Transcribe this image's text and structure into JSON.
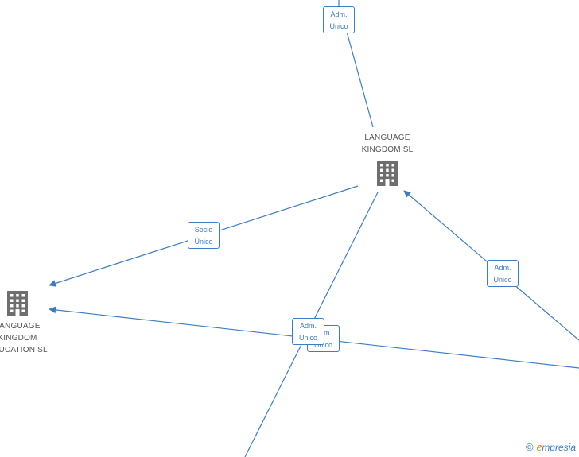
{
  "nodes": {
    "language_kingdom_sl": {
      "label": "LANGUAGE\nKINGDOM  SL"
    },
    "language_kingdom_education_sl": {
      "label": "LANGUAGE\nKINGDOM\nEDUCATION  SL"
    }
  },
  "edges": {
    "top": {
      "label": "Adm.\nUnico"
    },
    "socio": {
      "label": "Socio\nÚnico"
    },
    "right": {
      "label": "Adm.\nUnico"
    },
    "center_back": {
      "label": "Adm.\nUnico"
    },
    "center_front": {
      "label": "Adm.\nUnico"
    }
  },
  "brand": {
    "copyright": "©",
    "initial": "e",
    "name": "mpresia"
  },
  "colors": {
    "edge": "#3b7dc4",
    "icon": "#6e6e6e",
    "label": "#555555",
    "brand_accent": "#f29200"
  },
  "icons": {
    "company": "building-icon"
  }
}
